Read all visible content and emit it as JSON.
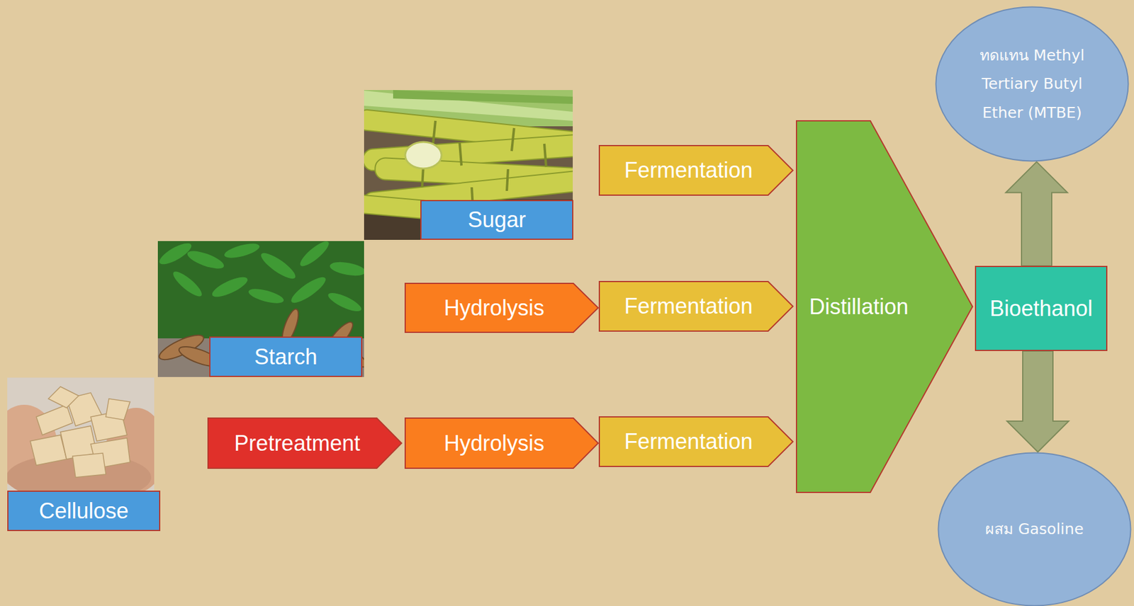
{
  "diagram": {
    "nodes": [
      {
        "text": [
          "Sugar"
        ]
      },
      {
        "text": [
          "Starch"
        ]
      },
      {
        "text": [
          "Cellulose"
        ]
      },
      {
        "text": [
          "Fermentation"
        ]
      },
      {
        "text": [
          "Hydrolysis"
        ]
      },
      {
        "text": [
          "Fermentation"
        ]
      },
      {
        "text": [
          "Pretreatment"
        ]
      },
      {
        "text": [
          "Hydrolysis"
        ]
      },
      {
        "text": [
          "Fermentation"
        ]
      },
      {
        "text": [
          "Distillation"
        ]
      },
      {
        "text": [
          "Bioethanol"
        ]
      },
      {
        "text": [
          "ทดแทน Methyl Tertiary Butyl Ether (MTBE)"
        ]
      },
      {
        "text": [
          "ผสม Gasoline"
        ]
      }
    ],
    "edges": [
      {
        "from": 10,
        "to": 11,
        "arrow": "to"
      },
      {
        "from": 10,
        "to": 12,
        "arrow": "to"
      }
    ]
  }
}
